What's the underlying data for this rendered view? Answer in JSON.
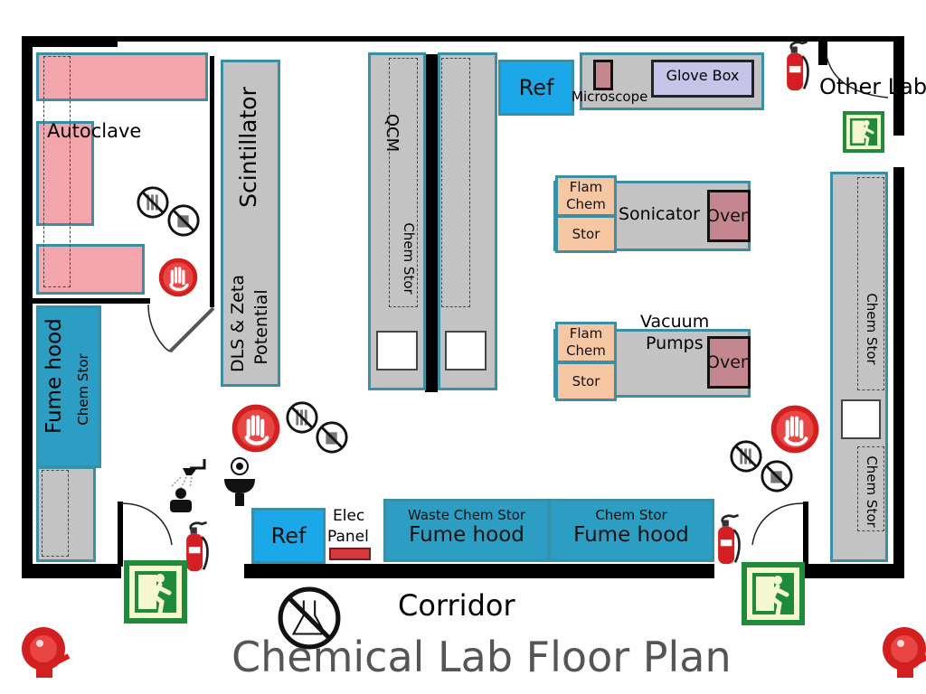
{
  "title": "Chemical Lab Floor Plan",
  "corridor": "Corridor",
  "other_lab": "Other Lab",
  "rooms": {
    "autoclave": "Autoclave",
    "scintillator": "Scintillator",
    "dls": "DLS & Zeta",
    "potential": "Potential",
    "qcm": "QCM",
    "chem_stor": "Chem  Stor",
    "ref": "Ref",
    "microscope": "Microscope",
    "glove_box": "Glove Box",
    "flam_chem_1": "Flam",
    "flam_chem_2": "Chem",
    "stor": "Stor",
    "sonicator": "Sonicator",
    "oven": "Oven",
    "vacuum_1": "Vacuum",
    "vacuum_2": "Pumps",
    "fume_hood": "Fume hood",
    "fume_chem_stor": "Chem  Stor",
    "elec_1": "Elec",
    "elec_2": "Panel",
    "waste_chem_stor": "Waste Chem  Stor",
    "right_chem_stor": "Chem  Stor"
  },
  "colors": {
    "bench_pink": "#f2a6ac",
    "bench_grey": "#c3c3c3",
    "ref_blue": "#1aa8e8",
    "fume_teal": "#2c9ec4",
    "flam_peach": "#f7c6a3",
    "oven_mauve": "#c48790",
    "border": "#3a8ea5",
    "exit_green": "#1f8a3a",
    "alarm_red": "#d21f1f"
  },
  "icons": [
    "fire-extinguisher-icon",
    "emergency-exit-icon",
    "fire-alarm-bell-icon",
    "no-food-icon",
    "no-drink-icon",
    "no-touch-hazard-icon",
    "safety-shower-icon",
    "eyewash-station-icon",
    "no-flask-icon"
  ]
}
